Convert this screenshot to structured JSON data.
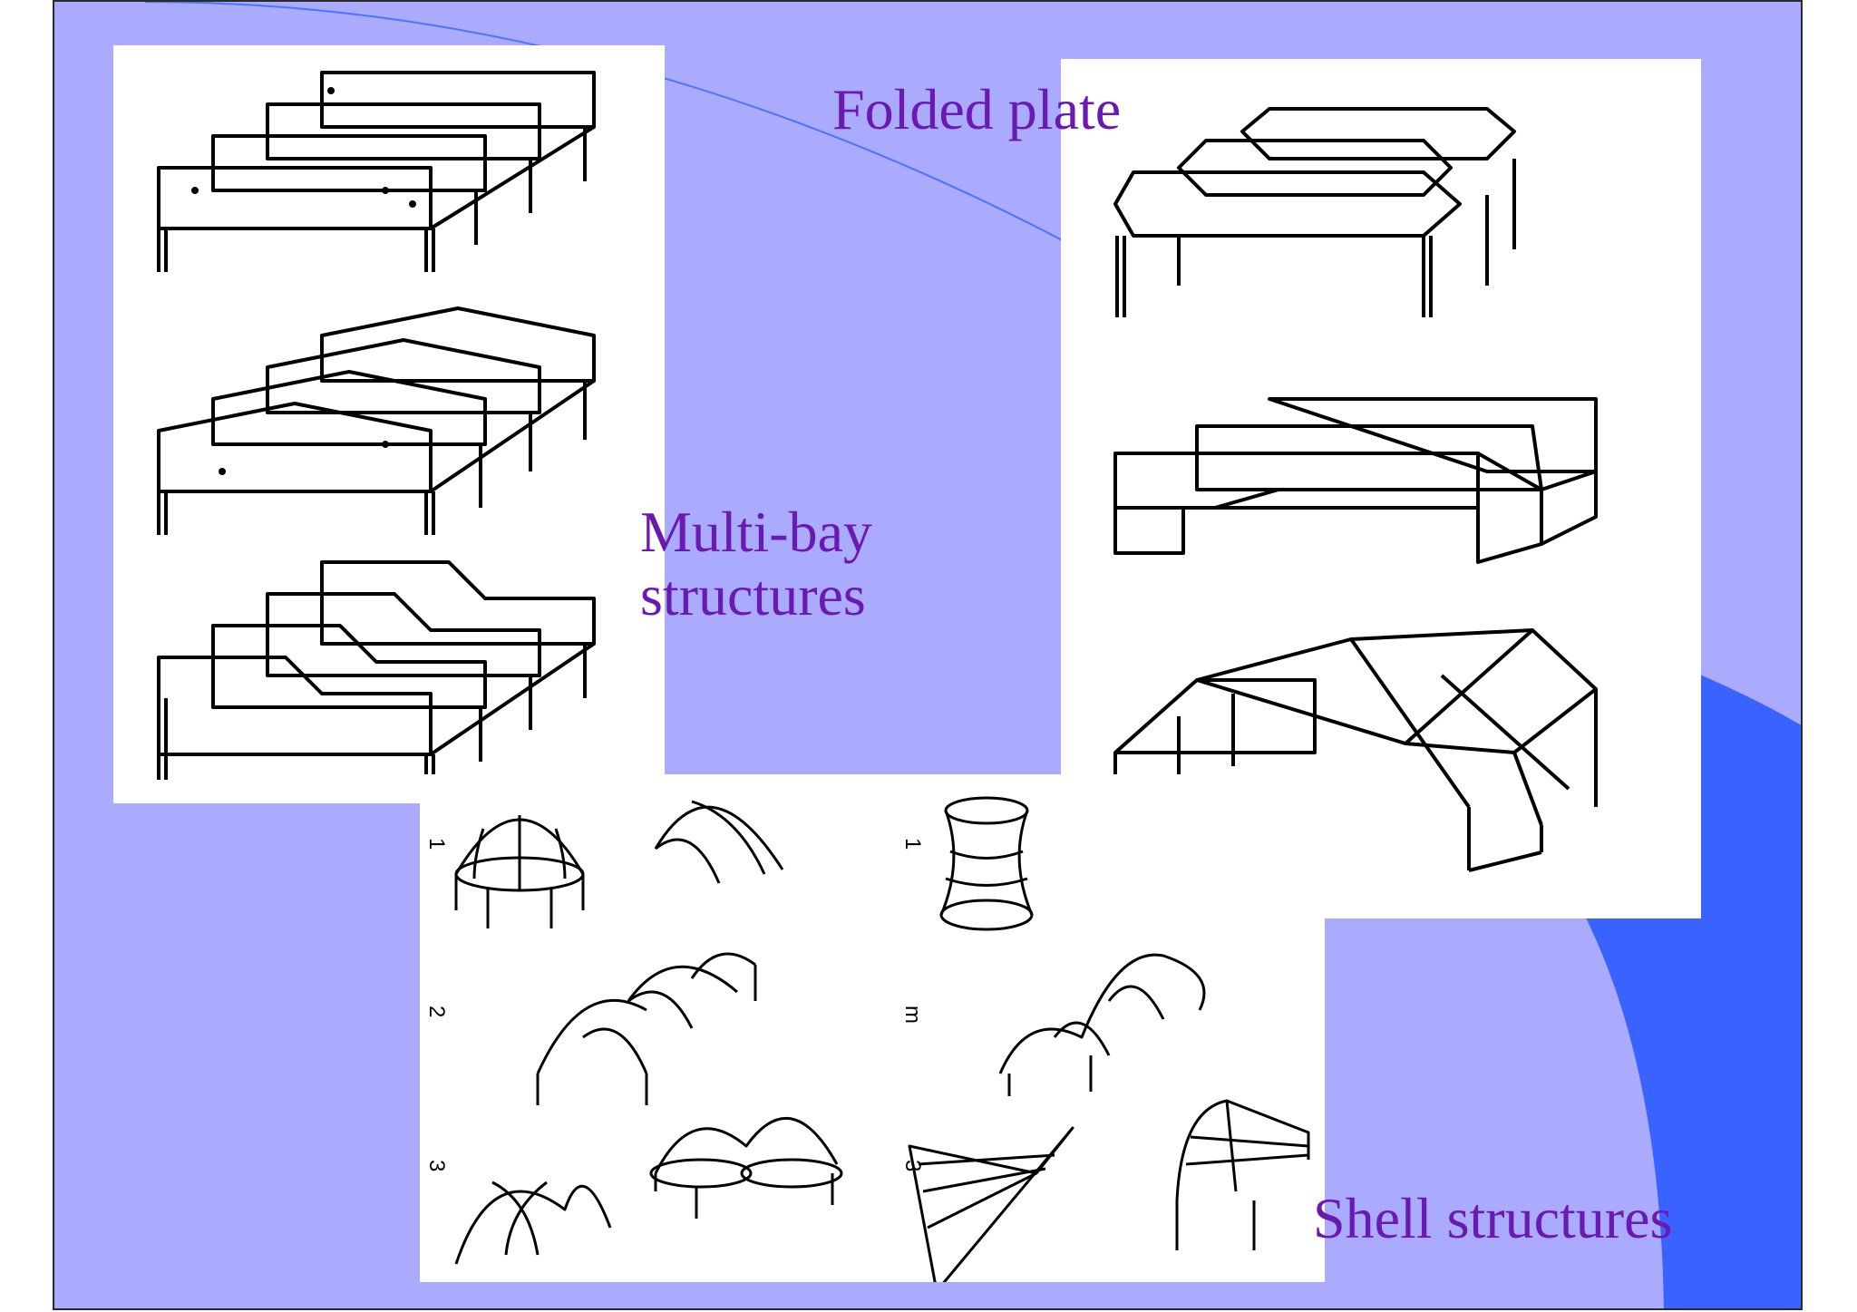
{
  "slide": {
    "background": "#aaabff",
    "accent_arc": "#3a62ff",
    "text_color": "#6a1ab0"
  },
  "labels": {
    "folded_plate": "Folded plate",
    "multi_bay_line1": "Multi-bay",
    "multi_bay_line2": "structures",
    "shell": "Shell structures"
  },
  "shell_panel": {
    "numbers": [
      "1",
      "1",
      "2",
      "m",
      "3",
      "3"
    ]
  }
}
